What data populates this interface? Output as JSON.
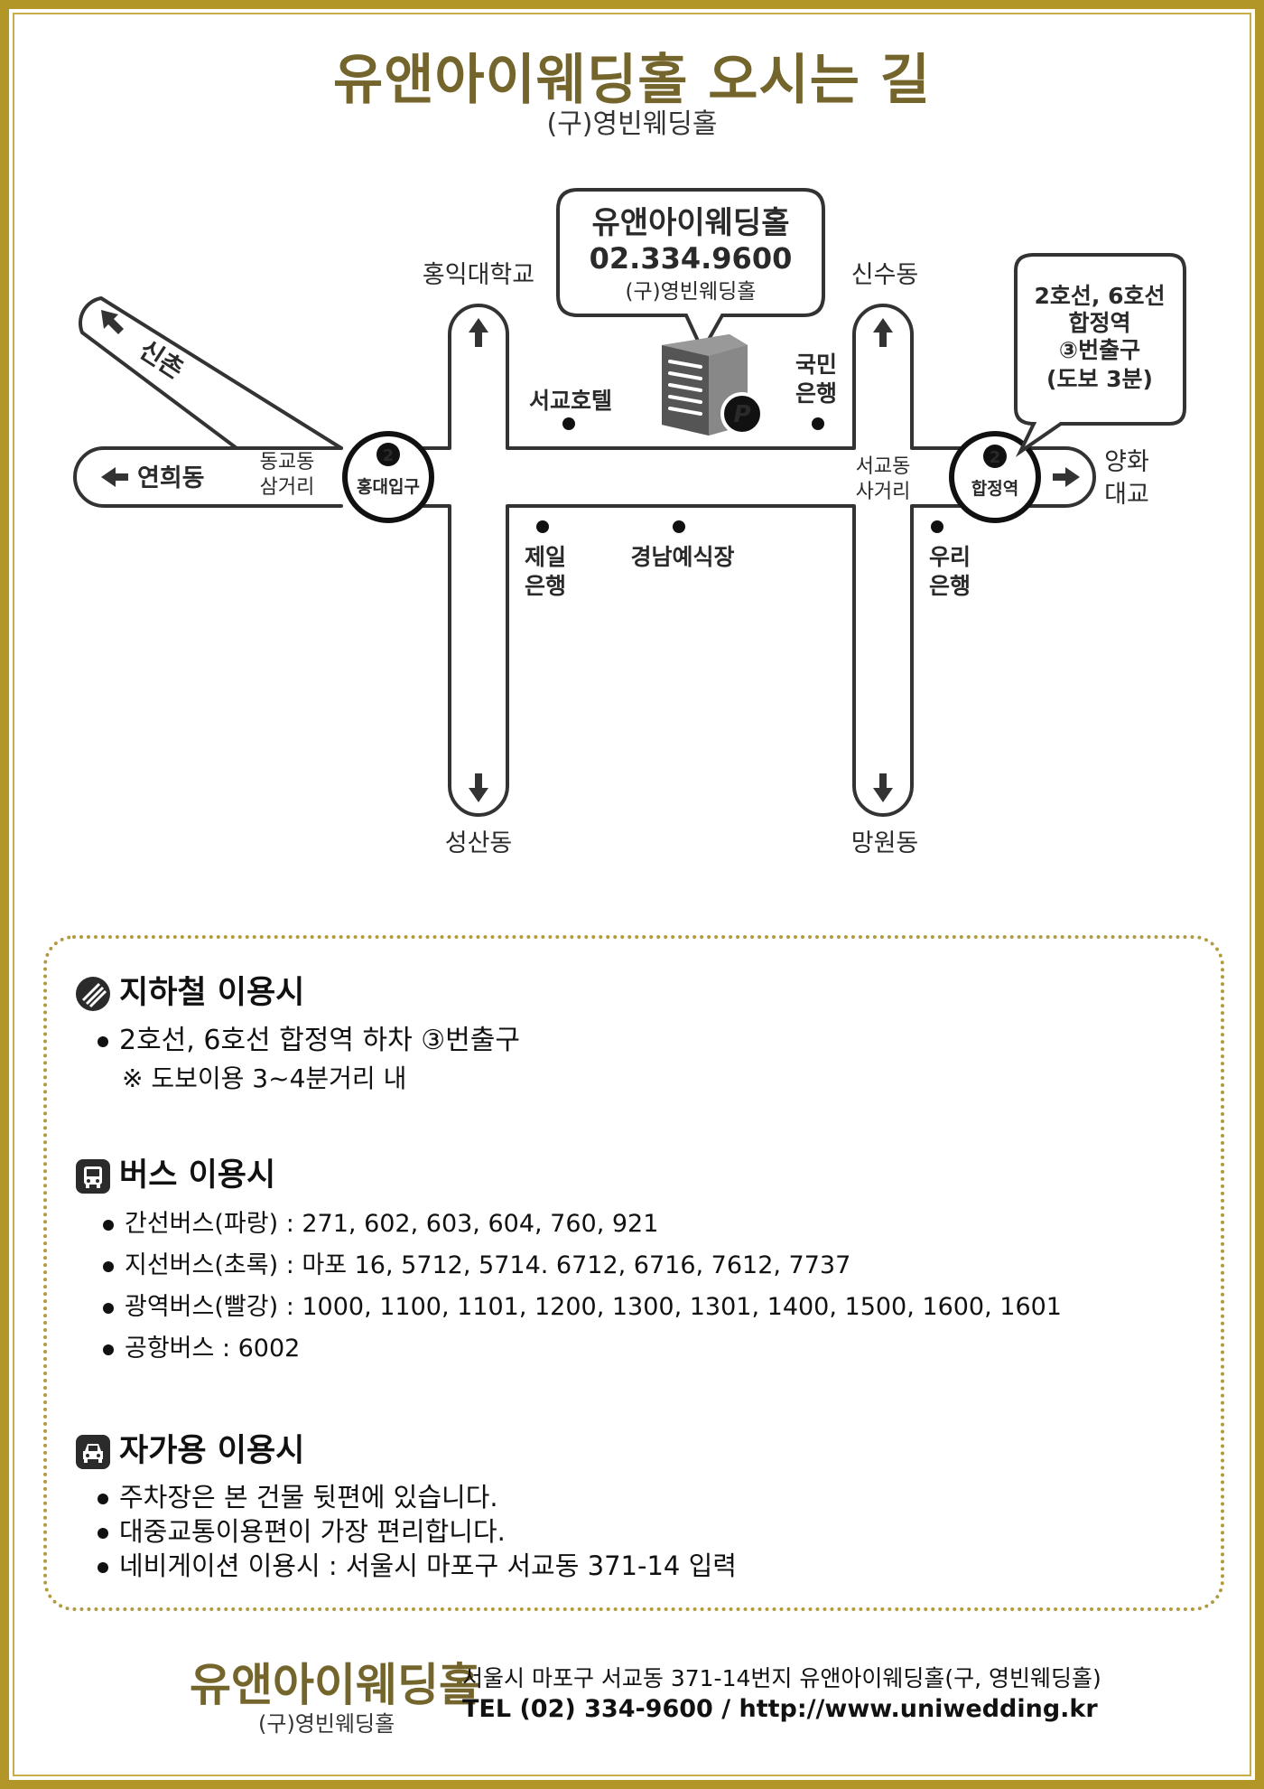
{
  "title": "유앤아이웨딩홀 오시는 길",
  "subtitle": "(구)영빈웨딩홀",
  "map": {
    "venue_name": "유앤아이웨딩홀",
    "venue_phone": "02.334.9600",
    "venue_former": "(구)영빈웨딩홀",
    "station_callout": [
      "2호선, 6호선",
      "합정역",
      "③번출구",
      "(도보 3분)"
    ],
    "stations": [
      {
        "line": "2",
        "name": "홍대입구"
      },
      {
        "line": "2",
        "name": "합정역"
      }
    ],
    "parking_symbol": "P",
    "directions": {
      "sinchon": "신촌",
      "yeonhui": "연희동",
      "hongik": "홍익대학교",
      "sinsu": "신수동",
      "yanghwa_1": "양화",
      "yanghwa_2": "대교",
      "seongsan": "성산동",
      "mangwon": "망원동"
    },
    "intersections": {
      "donggyo_1": "동교동",
      "donggyo_2": "삼거리",
      "seogyo_1": "서교동",
      "seogyo_2": "사거리"
    },
    "landmarks": {
      "seogyo_hotel": "서교호텔",
      "kookmin_1": "국민",
      "kookmin_2": "은행",
      "jeil_1": "제일",
      "jeil_2": "은행",
      "gyeongnam": "경남예식장",
      "woori_1": "우리",
      "woori_2": "은행"
    }
  },
  "subway": {
    "heading": "지하철 이용시",
    "icon": "subway-icon",
    "line1": "2호선, 6호선 합정역 하차 ③번출구",
    "note": "※  도보이용 3~4분거리 내"
  },
  "bus": {
    "heading": "버스 이용시",
    "icon": "bus-icon",
    "items": [
      "간선버스(파랑) : 271, 602, 603, 604, 760, 921",
      "지선버스(초록) : 마포 16, 5712, 5714. 6712, 6716, 7612, 7737",
      "광역버스(빨강) : 1000, 1100, 1101, 1200, 1300, 1301, 1400, 1500, 1600, 1601",
      "공항버스 : 6002"
    ]
  },
  "car": {
    "heading": "자가용 이용시",
    "icon": "car-icon",
    "items": [
      "주차장은 본 건물 뒷편에 있습니다.",
      "대중교통이용편이 가장 편리합니다.",
      "네비게이션 이용시 : 서울시 마포구 서교동 371-14 입력"
    ]
  },
  "footer": {
    "logo": "유앤아이웨딩홀",
    "logo_sub": "(구)영빈웨딩홀",
    "address": "서울시 마포구 서교동 371-14번지 유앤아이웨딩홀(구, 영빈웨딩홀)",
    "tel": "TEL (02) 334-9600 / http://www.uniwedding.kr"
  },
  "colors": {
    "border_gold": "#b39628",
    "title_gold": "#74652c",
    "road_stroke": "#333333"
  }
}
